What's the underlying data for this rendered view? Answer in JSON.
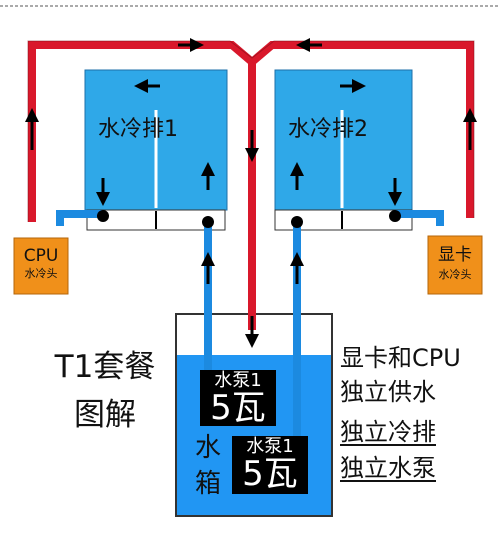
{
  "title": {
    "line1": "T1套餐",
    "line2": "图解"
  },
  "radiators": [
    {
      "label": "水冷排1"
    },
    {
      "label": "水冷排2"
    }
  ],
  "blocks": {
    "cpu": {
      "label": "CPU",
      "sub": "水冷头"
    },
    "gpu": {
      "label": "显卡",
      "sub": "水冷头"
    }
  },
  "tank": {
    "char1": "水",
    "char2": "箱"
  },
  "pumps": [
    {
      "name": "水泵1",
      "power": "5瓦"
    },
    {
      "name": "水泵1",
      "power": "5瓦"
    }
  ],
  "notes": [
    {
      "text": "显卡和CPU",
      "underline": false
    },
    {
      "text": "独立供水",
      "underline": false
    },
    {
      "text": "独立冷排",
      "underline": true
    },
    {
      "text": "独立水泵",
      "underline": true
    }
  ],
  "colors": {
    "hot_pipe": "#d9182b",
    "cold_pipe": "#1c8ae0",
    "radiator": "#2fa8e8",
    "water": "#2196f3",
    "block": "#f0901a",
    "pump_bg": "#000000",
    "arrow": "#000000"
  }
}
